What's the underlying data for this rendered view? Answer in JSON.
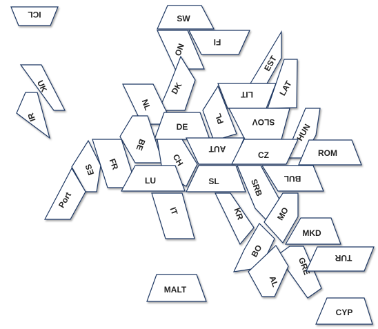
{
  "regions": [
    {
      "code": "ICL"
    },
    {
      "code": "SW"
    },
    {
      "code": "NO"
    },
    {
      "code": "FI"
    },
    {
      "code": "UK"
    },
    {
      "code": "IR"
    },
    {
      "code": "EST"
    },
    {
      "code": "DK"
    },
    {
      "code": "NL"
    },
    {
      "code": "LIT"
    },
    {
      "code": "LAT"
    },
    {
      "code": "PL"
    },
    {
      "code": "DE"
    },
    {
      "code": "SLOV"
    },
    {
      "code": "HUN"
    },
    {
      "code": "BE"
    },
    {
      "code": "ES"
    },
    {
      "code": "FR"
    },
    {
      "code": "CH"
    },
    {
      "code": "AUT"
    },
    {
      "code": "CZ"
    },
    {
      "code": "ROM"
    },
    {
      "code": "LU"
    },
    {
      "code": "SL"
    },
    {
      "code": "SRB"
    },
    {
      "code": "BUL"
    },
    {
      "code": "Port"
    },
    {
      "code": "IT"
    },
    {
      "code": "KR"
    },
    {
      "code": "MO"
    },
    {
      "code": "MKD"
    },
    {
      "code": "BO"
    },
    {
      "code": "GRE"
    },
    {
      "code": "TUR"
    },
    {
      "code": "AL"
    },
    {
      "code": "MALT"
    },
    {
      "code": "CYP"
    }
  ]
}
